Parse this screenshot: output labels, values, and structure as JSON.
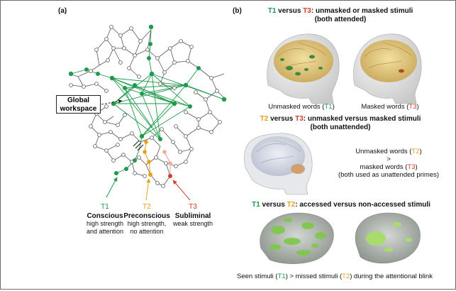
{
  "panel_a": {
    "label": "(a)",
    "global_workspace": "Global workspace",
    "global_workspace_line1": "Global",
    "global_workspace_line2": "workspace",
    "conditions": [
      {
        "id": "T1",
        "name": "Conscious",
        "desc1": "high strength",
        "desc2": "and attention",
        "color": "#1e9a4b"
      },
      {
        "id": "T2",
        "name": "Preconscious",
        "desc1": "high strength,",
        "desc2": "no attention",
        "color": "#e6a11a"
      },
      {
        "id": "T3",
        "name": "Subliminal",
        "desc1": "weak strength",
        "desc2": "",
        "color": "#d23c28"
      }
    ]
  },
  "panel_b": {
    "label": "(b)",
    "section1": {
      "t_a": "T1",
      "versus": "versus",
      "t_b": "T3",
      "title_rest": ": unmasked or masked stimuli",
      "subtitle": "(both attended)",
      "cap_left_text": "Unmasked words (",
      "cap_left_t": "T1",
      "cap_close": ")",
      "cap_right_text": "Masked words (",
      "cap_right_t": "T3"
    },
    "section2": {
      "t_a": "T2",
      "versus": "versus",
      "t_b": "T3",
      "title_rest": ": unmasked versus masked stimuli",
      "subtitle": "(both unattended)",
      "line1_text": "Unmasked words (",
      "line1_t": "T2",
      "close": ")",
      "gt": ">",
      "line3_text": "masked words (",
      "line3_t": "T3",
      "line4": "(both used as unattended primes)"
    },
    "section3": {
      "t_a": "T1",
      "versus": "versus",
      "t_b": "T2",
      "title_rest": ": accessed versus non-accessed stimuli",
      "cap_a": "Seen stimuli (",
      "cap_t1": "T1",
      "cap_b": ") > missed stimuli (",
      "cap_t2": "T2",
      "cap_c": ") during the attentional blink"
    }
  },
  "colors": {
    "green": "#1e9a4b",
    "orange": "#e6a11a",
    "red": "#d23c28",
    "node_gray": "#555555"
  }
}
